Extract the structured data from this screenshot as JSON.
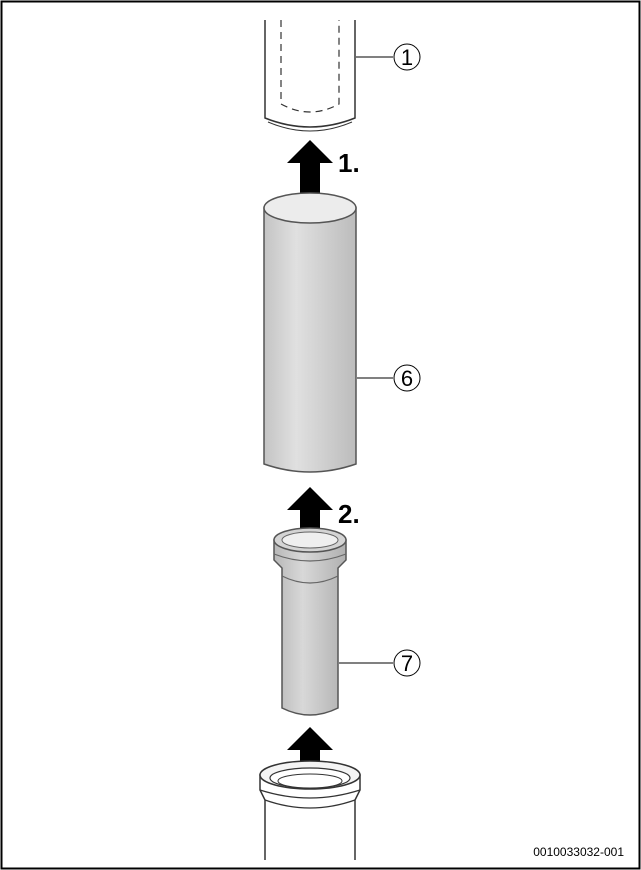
{
  "steps": [
    {
      "label": "1."
    },
    {
      "label": "2."
    }
  ],
  "callouts": [
    {
      "label": "1"
    },
    {
      "label": "6"
    },
    {
      "label": "7"
    }
  ],
  "figure_id": "0010033032-001",
  "colors": {
    "frame": "#000000",
    "tube_fill": "#d9d9d9",
    "tube_top": "#eeeeee",
    "arrow": "#000000",
    "outline": "#555555"
  },
  "icons": {
    "arrow": "up-arrow-icon"
  }
}
